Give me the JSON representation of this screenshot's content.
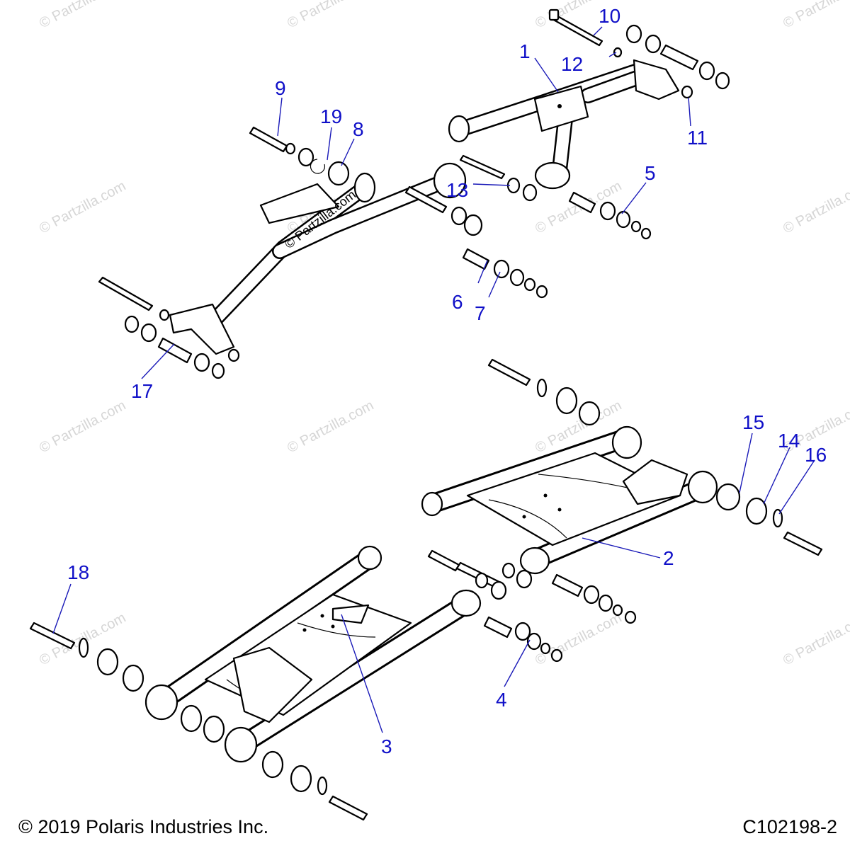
{
  "diagram": {
    "callouts": [
      "1",
      "2",
      "3",
      "4",
      "5",
      "6",
      "7",
      "8",
      "9",
      "10",
      "11",
      "12",
      "13",
      "14",
      "15",
      "16",
      "17",
      "18",
      "19"
    ],
    "watermark": "© Partzilla.com",
    "overlay_watermark": "© Partzilla.com"
  },
  "footer": {
    "copyright": "© 2019 Polaris Industries Inc.",
    "figure_id": "C102198-2"
  }
}
